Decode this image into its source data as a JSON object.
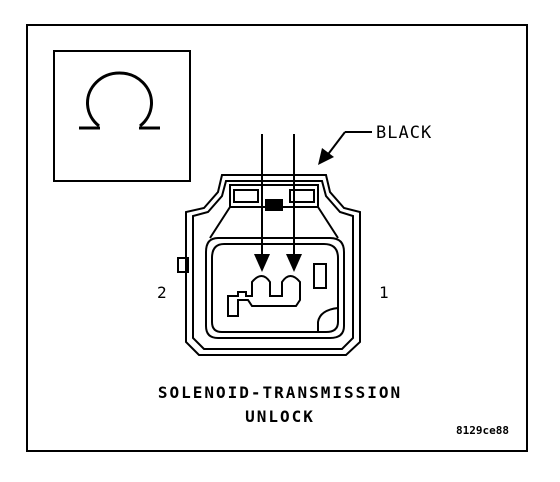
{
  "callout": {
    "label": "BLACK"
  },
  "pins": {
    "left_label": "2",
    "right_label": "1"
  },
  "title": {
    "line1": "SOLENOID-TRANSMISSION",
    "line2": "UNLOCK"
  },
  "figure_code": "8129ce88",
  "colors": {
    "stroke": "#000000",
    "background": "#ffffff"
  }
}
